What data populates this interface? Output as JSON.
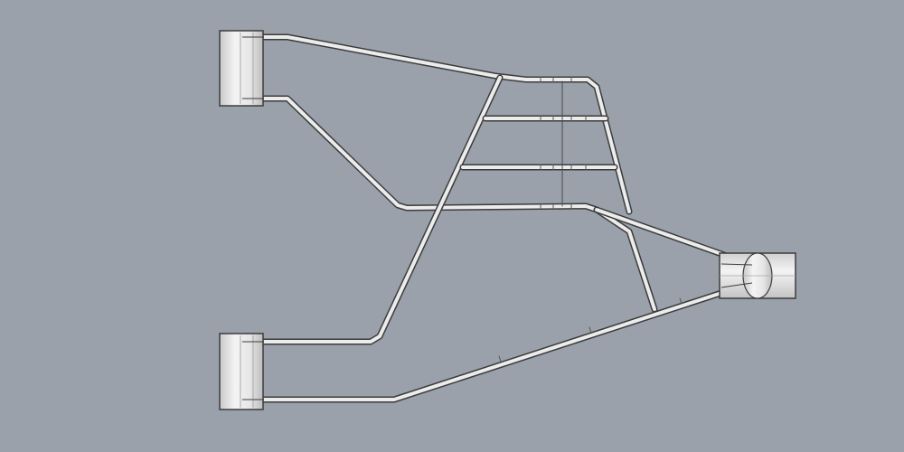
{
  "viewport": {
    "background": "#9aa1aa",
    "tube_edge_color": "#3c3c3c",
    "tube_fill_color": "#ececec",
    "bushing_fill_color": "#e4e4e4"
  },
  "model": {
    "components": [
      "bushing-top-left",
      "bushing-bottom-left",
      "bushing-right",
      "tube-front-upper",
      "tube-front-lower-inner",
      "tube-rear-lower",
      "tube-rear-long",
      "tube-diagonal-left",
      "tube-diagonal-right",
      "brace-crossbars"
    ]
  }
}
